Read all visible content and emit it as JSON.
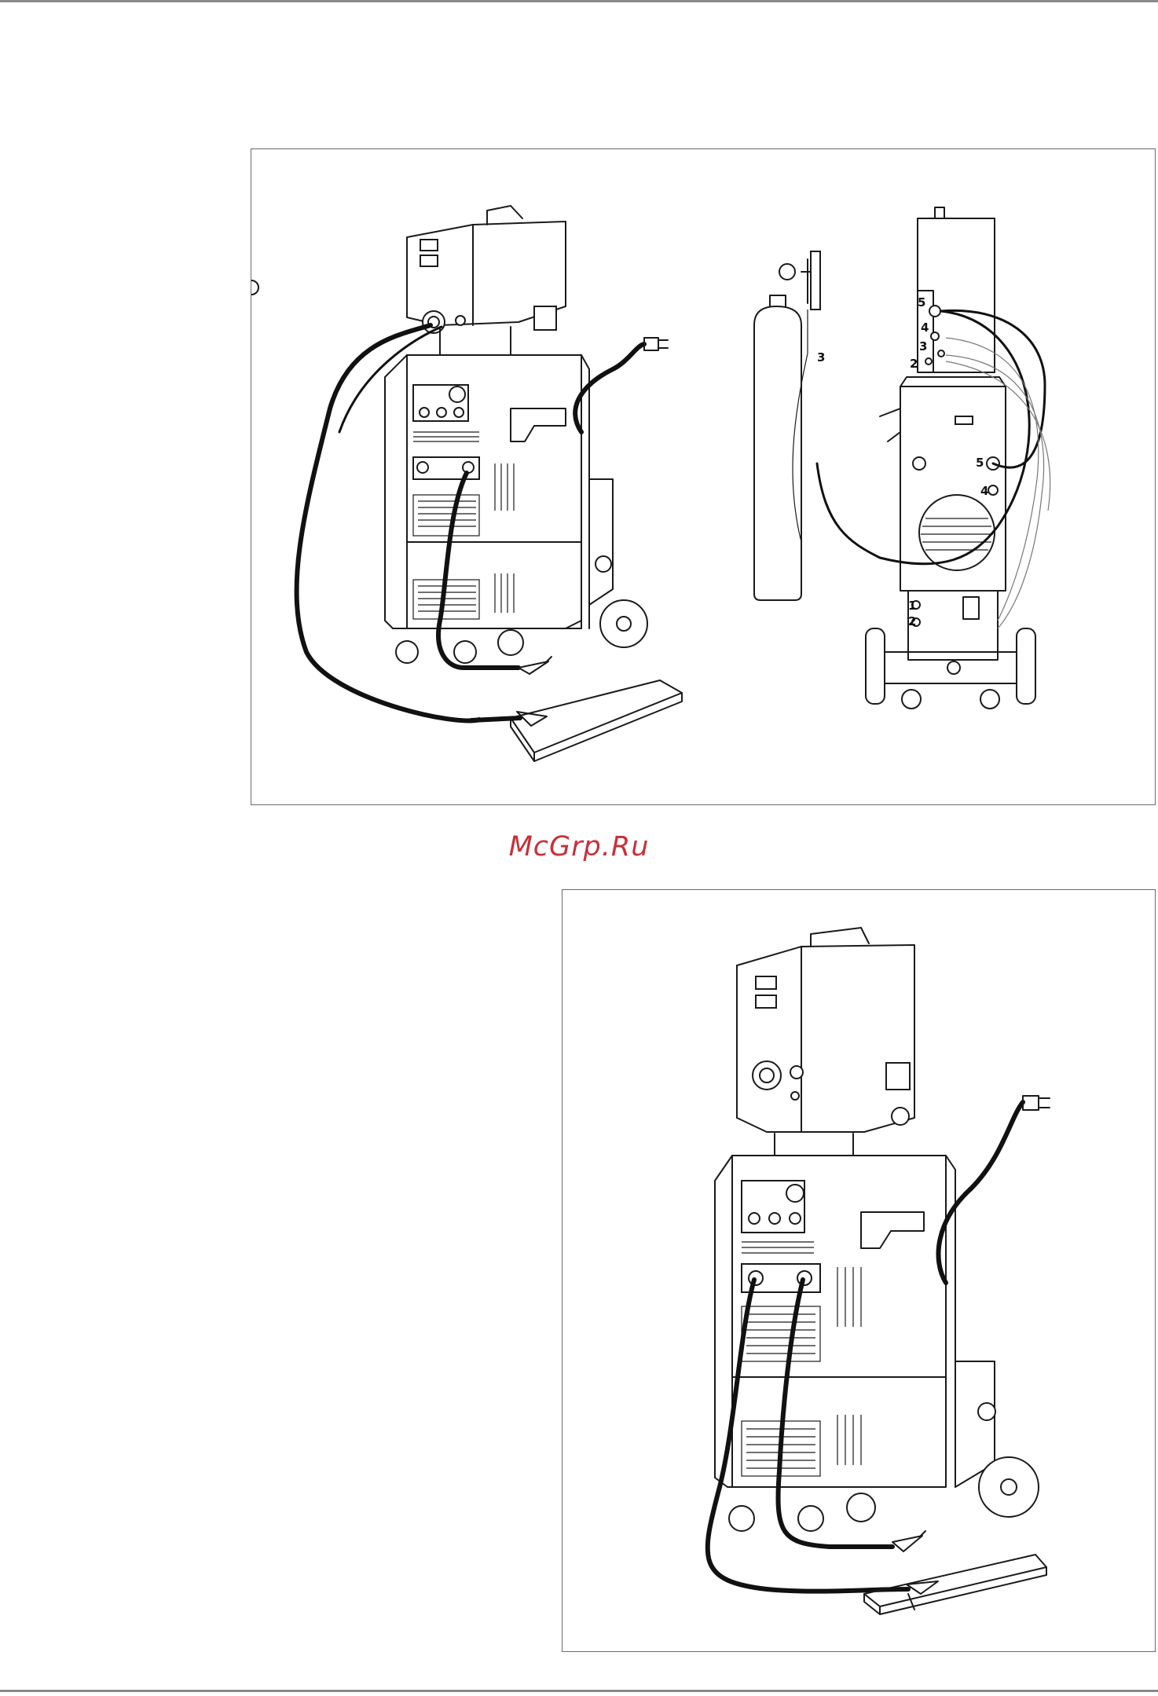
{
  "watermark": {
    "text": "McGrp.Ru",
    "color": "#c8303a"
  },
  "figure_1": {
    "callouts_cylinder": [
      "3"
    ],
    "callouts_feeder_rear": [
      "5",
      "4",
      "3",
      "2"
    ],
    "callouts_power_rear": [
      "5",
      "4"
    ],
    "callouts_cooler": [
      "1",
      "2"
    ]
  },
  "figure_2": {}
}
